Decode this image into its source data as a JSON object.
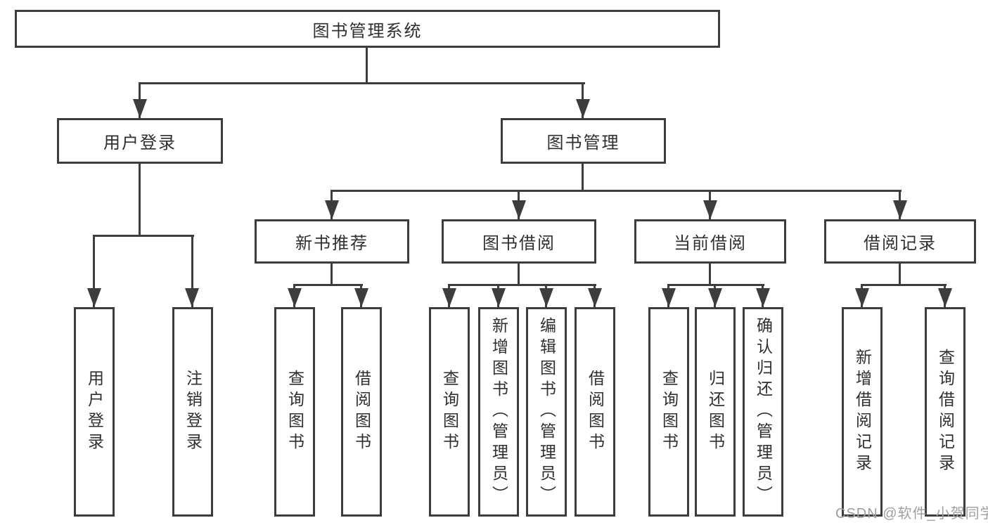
{
  "tree": {
    "root": {
      "label": "图书管理系统"
    },
    "branches": [
      {
        "label": "用户登录",
        "children": [
          {
            "label": "用户登录"
          },
          {
            "label": "注销登录"
          }
        ]
      },
      {
        "label": "图书管理",
        "children": [
          {
            "label": "新书推荐",
            "children": [
              {
                "label": "查询图书"
              },
              {
                "label": "借阅图书"
              }
            ]
          },
          {
            "label": "图书借阅",
            "children": [
              {
                "label": "查询图书"
              },
              {
                "label": "新增图书（管理员）"
              },
              {
                "label": "编辑图书（管理员）"
              },
              {
                "label": "借阅图书"
              }
            ]
          },
          {
            "label": "当前借阅",
            "children": [
              {
                "label": "查询图书"
              },
              {
                "label": "归还图书"
              },
              {
                "label": "确认归还（管理员）"
              }
            ]
          },
          {
            "label": "借阅记录",
            "children": [
              {
                "label": "新增借阅记录"
              },
              {
                "label": "查询借阅记录"
              }
            ]
          }
        ]
      }
    ]
  },
  "watermark": {
    "text": "CSDN @软件_小贺同学"
  },
  "colors": {
    "line": "#3d3d3d",
    "text": "#2f2f2f",
    "box_bg": "#ffffff",
    "page_bg": "#ffffff",
    "wm": "#9f9f9f"
  }
}
